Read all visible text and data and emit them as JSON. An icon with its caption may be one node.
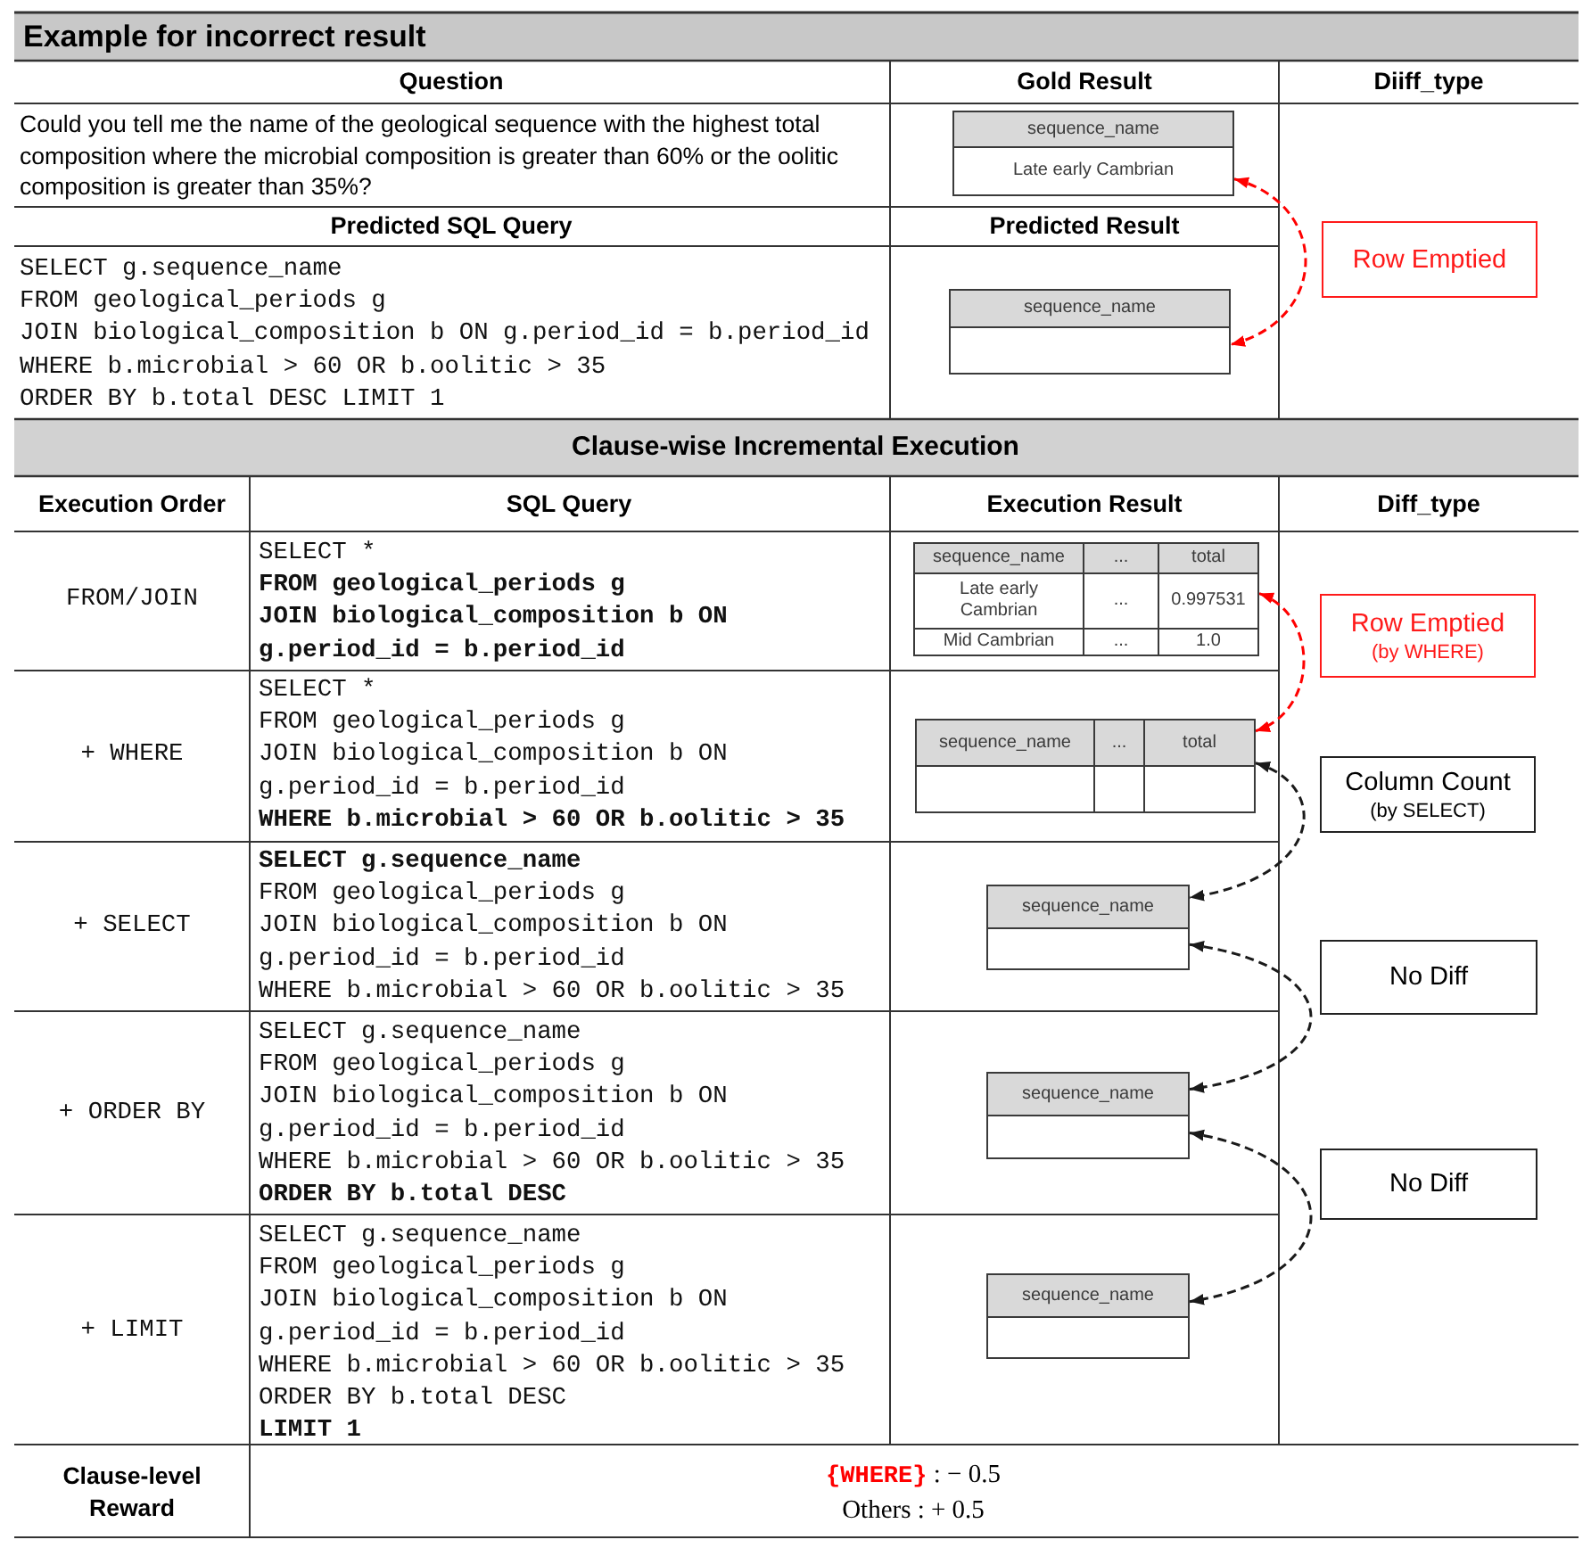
{
  "diagram": {
    "title": "Example for incorrect result",
    "nodes": [
      {
        "text": [
          "sequence_name",
          "Late early Cambrian"
        ]
      },
      {
        "text": [
          "Row Emptied"
        ]
      },
      {
        "text": [
          "sequence_name"
        ]
      },
      {
        "text": [
          "sequence_name",
          "...",
          "total",
          "Late early Cambrian",
          "...",
          "0.997531",
          "Mid Cambrian",
          "...",
          "1.0"
        ]
      },
      {
        "text": [
          "Row Emptied",
          "(by WHERE)"
        ]
      },
      {
        "text": [
          "sequence_name",
          "...",
          "total"
        ]
      },
      {
        "text": [
          "Column Count",
          "(by SELECT)"
        ]
      },
      {
        "text": [
          "sequence_name"
        ]
      },
      {
        "text": [
          "No Diff"
        ]
      },
      {
        "text": [
          "sequence_name"
        ]
      },
      {
        "text": [
          "No Diff"
        ]
      },
      {
        "text": [
          "sequence_name"
        ]
      }
    ],
    "edges": [
      {
        "from": 0,
        "to": 2,
        "arrow": "both",
        "style": "dashed",
        "color": "#ff0000"
      },
      {
        "from": 3,
        "to": 5,
        "arrow": "both",
        "style": "dashed",
        "color": "#ff0000"
      },
      {
        "from": 5,
        "to": 7,
        "arrow": "both",
        "style": "dashed"
      },
      {
        "from": 7,
        "to": 9,
        "arrow": "both",
        "style": "dashed"
      },
      {
        "from": 9,
        "to": 11,
        "arrow": "both",
        "style": "dashed"
      }
    ],
    "labels": [
      "Question",
      "Gold Result",
      "Diiff_type",
      "Could you tell me the name of the geological sequence with the highest total composition where the microbial composition is greater than 60% or the oolitic composition is greater than 35%?",
      "Predicted SQL Query",
      "Predicted Result",
      "SELECT g.sequence_name",
      "FROM geological_periods g",
      "JOIN biological_composition b ON g.period_id = b.period_id",
      "WHERE b.microbial > 60 OR b.oolitic > 35",
      "ORDER BY b.total DESC LIMIT 1",
      "Clause-wise Incremental Execution",
      "Execution Order",
      "SQL Query",
      "Execution Result",
      "Diff_type",
      "FROM/JOIN",
      "SELECT *",
      "FROM geological_periods g",
      "JOIN biological_composition b ON",
      "g.period_id = b.period_id",
      "+ WHERE",
      "SELECT *",
      "FROM geological_periods g",
      "JOIN biological_composition b ON",
      "g.period_id = b.period_id",
      "WHERE b.microbial > 60 OR b.oolitic > 35",
      "+ SELECT",
      "SELECT g.sequence_name",
      "FROM geological_periods g",
      "JOIN biological_composition b ON",
      "g.period_id = b.period_id",
      "WHERE b.microbial > 60 OR b.oolitic > 35",
      "+ ORDER BY",
      "SELECT g.sequence_name",
      "FROM geological_periods g",
      "JOIN biological_composition b ON",
      "g.period_id = b.period_id",
      "WHERE b.microbial > 60 OR b.oolitic > 35",
      "ORDER BY b.total DESC",
      "+ LIMIT",
      "SELECT g.sequence_name",
      "FROM geological_periods g",
      "JOIN biological_composition b ON",
      "g.period_id = b.period_id",
      "WHERE b.microbial > 60 OR b.oolitic > 35",
      "ORDER BY b.total DESC",
      "LIMIT 1",
      "Clause-level Reward",
      "**{WHERE}** : − 0.5",
      "Others : + 0.5"
    ]
  }
}
